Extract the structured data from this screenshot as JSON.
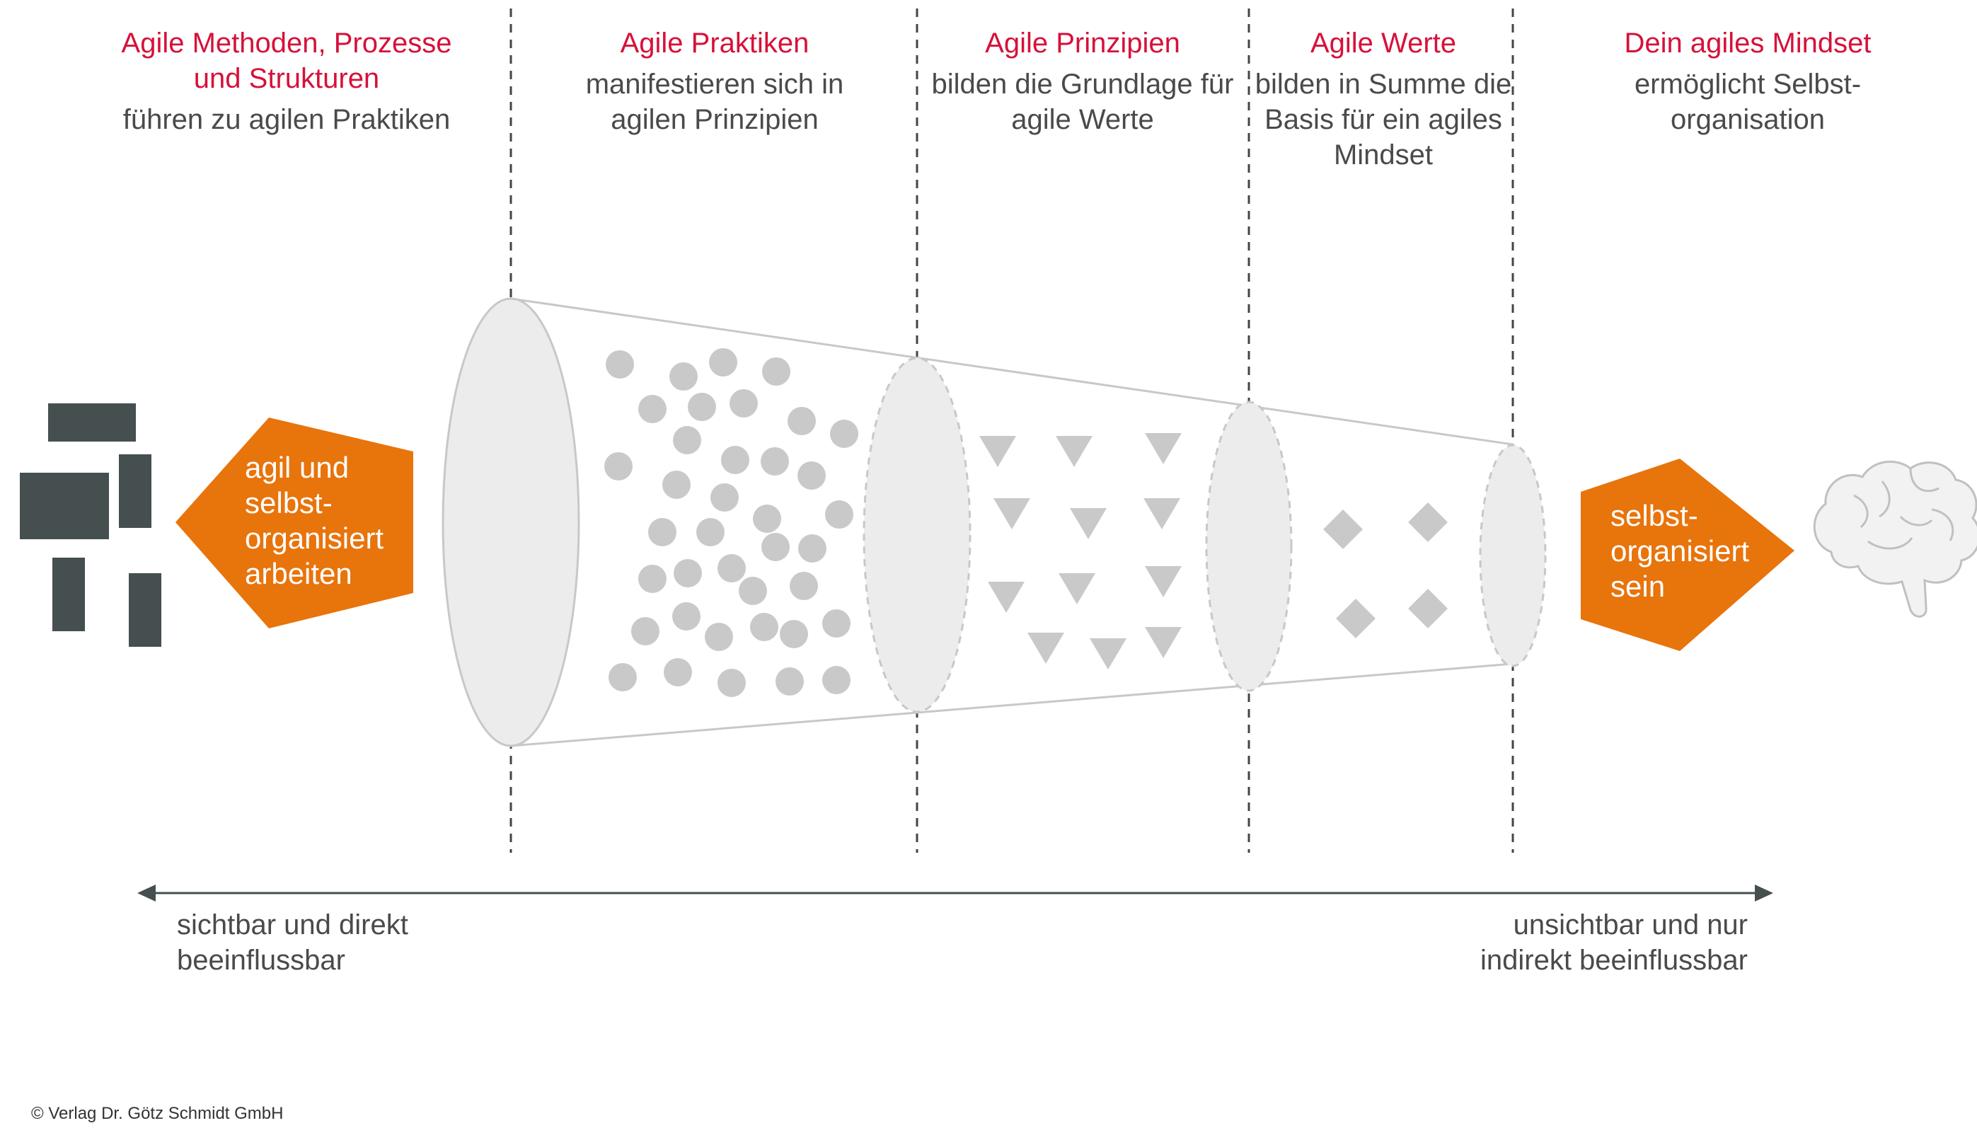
{
  "columns": [
    {
      "title": "Agile Methoden, Prozesse und Strukturen",
      "description": "führen zu agilen Praktiken"
    },
    {
      "title": "Agile Praktiken",
      "description": "manifestieren sich in agilen Prinzipien"
    },
    {
      "title": "Agile Prinzipien",
      "description": "bilden die Grundlage für agile Werte"
    },
    {
      "title": "Agile Werte",
      "description": "bilden in Summe die Basis für ein agiles Mindset"
    },
    {
      "title": "Dein agiles Mindset",
      "description": "ermöglicht Selbst-organisation"
    }
  ],
  "left_arrow": {
    "label": "agil und selbst-organisiert arbeiten"
  },
  "right_arrow": {
    "label": "selbst-organisiert sein"
  },
  "axis": {
    "left_label": "sichtbar und direkt beeinflussbar",
    "right_label": "unsichtbar und nur indirekt beeinflussbar"
  },
  "copyright": "© Verlag Dr. Götz Schmidt GmbH",
  "colors": {
    "title_red": "#d6113a",
    "text_gray": "#4a4a4a",
    "orange": "#e8740c",
    "dark_block": "#454f50",
    "shape_gray": "#c9c9c9",
    "funnel_fill": "#ececec",
    "funnel_stroke": "#c8c8c8"
  },
  "icons": {
    "blocks": "building-blocks-icon",
    "brain": "brain-icon"
  }
}
